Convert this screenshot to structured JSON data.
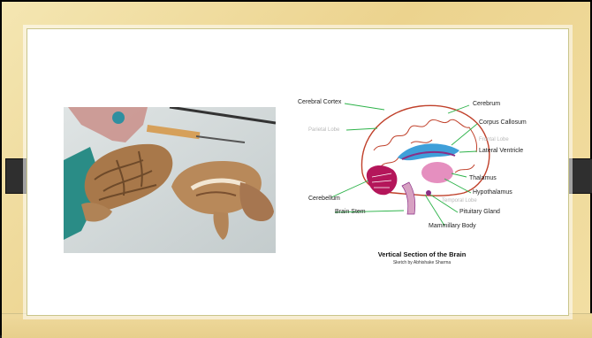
{
  "photo": {
    "subject": "dissected brain specimen"
  },
  "diagram": {
    "labels_left": [
      "Cerebral Cortex",
      "Parietal Lobe",
      "Cerebellum",
      "Brain Stem"
    ],
    "labels_right": [
      "Cerebrum",
      "Corpus Callosum",
      "Frontal Lobe",
      "Lateral Ventricle",
      "Thalamus",
      "Hypothalamus",
      "Temporal Lobe",
      "Pituitary Gland",
      "Mammillary Body"
    ],
    "caption": "Vertical Section of the Brain",
    "credit": "Sketch by Abhishake Sharma"
  },
  "colors": {
    "slide_background": "#ecd38e",
    "frame": "#ffffff",
    "label_line": "#2db34a",
    "brain_outline": "#c0402a",
    "cerebellum": "#b4165a",
    "ventricle": "#3f9fd9"
  }
}
